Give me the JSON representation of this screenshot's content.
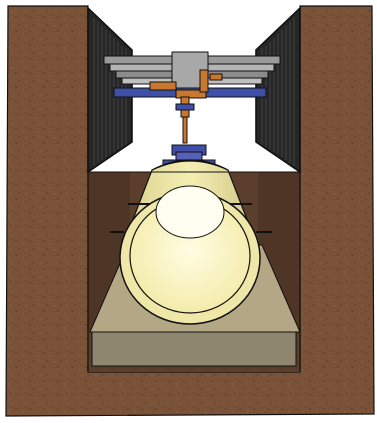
{
  "colors": {
    "soil": "#7a5238",
    "soil_speck": "#5e3d28",
    "trench_wall": "#5b3f2c",
    "trench_floor": "#cbbf9c",
    "bedding": "#8f8670",
    "shield_dark": "#1c1c1c",
    "shield_frame": "#3a3a3a",
    "beam_gray": "#9a9a9a",
    "beam_light": "#c8c8c8",
    "clamp_blue": "#3f4fa8",
    "hook_orange": "#c9772e",
    "pipe_outer": "#efe7a8",
    "pipe_inner": "#fffbd6",
    "pipe_shadow": "#d8cf8a",
    "outline": "#111111"
  },
  "parts": {
    "soil": "soil",
    "trench": "trench",
    "trench_shield_left": "trench-box-left",
    "trench_shield_right": "trench-box-right",
    "spreader_beam": "spreader-beam",
    "lifting_hook": "lifting-hook",
    "pipe_clamp": "pipe-clamp",
    "pipe": "pipe",
    "bedding": "pipe-bedding"
  }
}
